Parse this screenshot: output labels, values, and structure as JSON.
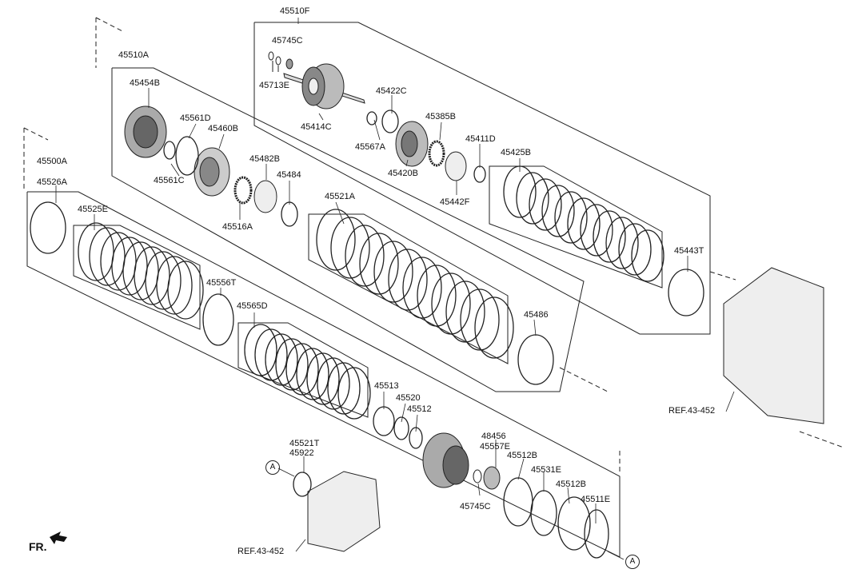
{
  "labels": {
    "p45510F": "45510F",
    "p45745C_top": "45745C",
    "p45713E": "45713E",
    "p45414C": "45414C",
    "p45422C": "45422C",
    "p45567A": "45567A",
    "p45385B": "45385B",
    "p45420B": "45420B",
    "p45411D": "45411D",
    "p45442F": "45442F",
    "p45425B": "45425B",
    "p45443T": "45443T",
    "p45510A": "45510A",
    "p45454B": "45454B",
    "p45561D": "45561D",
    "p45460B": "45460B",
    "p45561C": "45561C",
    "p45482B": "45482B",
    "p45484": "45484",
    "p45516A": "45516A",
    "p45521A": "45521A",
    "p45486": "45486",
    "p45500A": "45500A",
    "p45526A": "45526A",
    "p45525E": "45525E",
    "p45556T": "45556T",
    "p45565D": "45565D",
    "p45513": "45513",
    "p45520": "45520",
    "p45512": "45512",
    "p48456": "48456",
    "p45557E": "45557E",
    "p45512B_1": "45512B",
    "p45531E": "45531E",
    "p45512B_2": "45512B",
    "p45511E": "45511E",
    "p45745C_bot": "45745C",
    "p45521T": "45521T",
    "p45922": "45922",
    "ref_right": "REF.43-452",
    "ref_bottom": "REF.43-452",
    "fr": "FR.",
    "marker_a_top": "A",
    "marker_a_bottom": "A"
  }
}
